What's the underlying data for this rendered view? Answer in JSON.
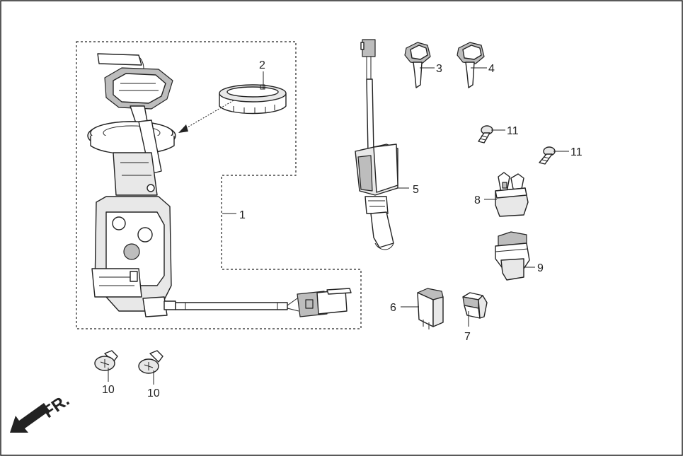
{
  "diagram": {
    "callouts": [
      {
        "id": "1",
        "text": "1"
      },
      {
        "id": "2",
        "text": "2"
      },
      {
        "id": "3",
        "text": "3"
      },
      {
        "id": "4",
        "text": "4"
      },
      {
        "id": "5",
        "text": "5"
      },
      {
        "id": "6",
        "text": "6"
      },
      {
        "id": "7",
        "text": "7"
      },
      {
        "id": "8",
        "text": "8"
      },
      {
        "id": "9",
        "text": "9"
      },
      {
        "id": "10a",
        "text": "10"
      },
      {
        "id": "10b",
        "text": "10"
      },
      {
        "id": "11a",
        "text": "11"
      },
      {
        "id": "11b",
        "text": "11"
      }
    ],
    "direction_label": "FR.",
    "direction_icon": "front-direction-arrow-icon"
  }
}
